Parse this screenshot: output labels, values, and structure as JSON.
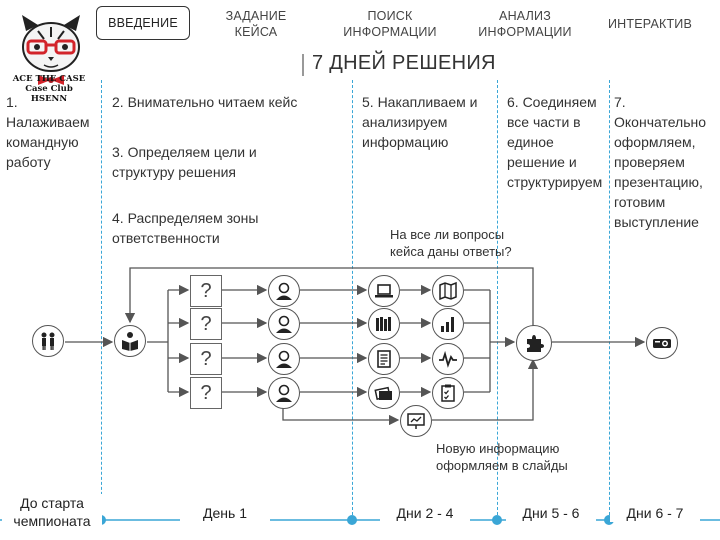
{
  "logo": {
    "line1": "ACE THE CASE",
    "line2": "Case Club",
    "line3": "HSENN"
  },
  "nav": [
    {
      "label": "ВВЕДЕНИЕ",
      "active": true
    },
    {
      "label": "ЗАДАНИЕ КЕЙСА"
    },
    {
      "label": "ПОИСК ИНФОРМАЦИИ"
    },
    {
      "label": "АНАЛИЗ ИНФОРМАЦИИ"
    },
    {
      "label": "ИНТЕРАКТИВ"
    }
  ],
  "title": "7 ДНЕЙ РЕШЕНИЯ",
  "steps": {
    "s1": "1. Налаживаем командную работу",
    "s2": "2. Внимательно читаем кейс",
    "s3": "3. Определяем цели и структуру решения",
    "s4": "4. Распределяем зоны ответственности",
    "s5": "5. Накапливаем и анализируем информацию",
    "s6": "6. Соединяем все части в единое решение и структурируем",
    "s7": "7. Окончательно оформляем, проверяем презентацию, готовим выступление"
  },
  "question": "На все ли вопросы кейса даны ответы?",
  "note": "Новую информацию оформляем в слайды",
  "question_mark": "?",
  "timeline": [
    "До старта чемпионата",
    "День 1",
    "Дни 2 - 4",
    "Дни 5 - 6",
    "Дни 6 - 7"
  ],
  "colors": {
    "accent": "#3aa6d6",
    "line": "#555555"
  },
  "icons": [
    "team-icon",
    "reading-icon",
    "person-icon",
    "laptop-icon",
    "books-icon",
    "document-icon",
    "chart-icon",
    "bar-chart-icon",
    "pulse-icon",
    "checklist-icon",
    "puzzle-icon",
    "presentation-icon",
    "projector-icon",
    "cat-logo-icon"
  ]
}
